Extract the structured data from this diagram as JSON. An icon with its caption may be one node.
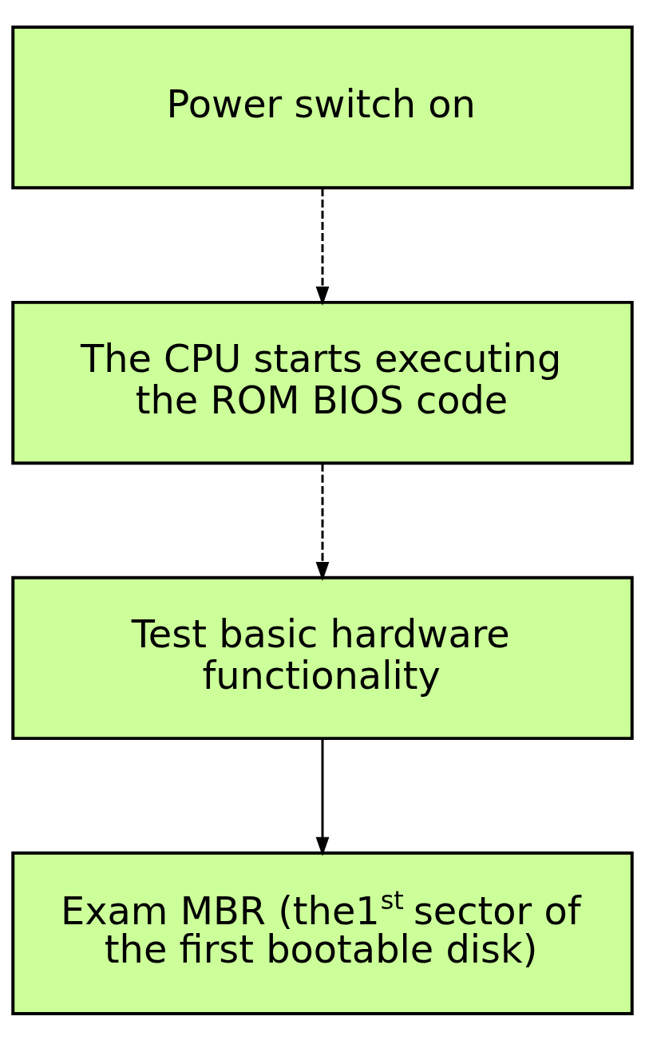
{
  "diagram": {
    "nodes": [
      {
        "text": [
          "Power switch on"
        ]
      },
      {
        "text": [
          "The CPU starts executing the ROM BIOS code"
        ]
      },
      {
        "text": [
          "Test basic hardware functionality"
        ]
      },
      {
        "text": [
          "Exam MBR (the1$^{st}$ sector of the first bootable disk)"
        ]
      }
    ],
    "edges": [
      {
        "from": 0,
        "to": 1,
        "arrow": "to",
        "style": "dashed"
      },
      {
        "from": 1,
        "to": 2,
        "arrow": "to",
        "style": "dashed"
      },
      {
        "from": 2,
        "to": 3,
        "arrow": "to"
      }
    ]
  }
}
